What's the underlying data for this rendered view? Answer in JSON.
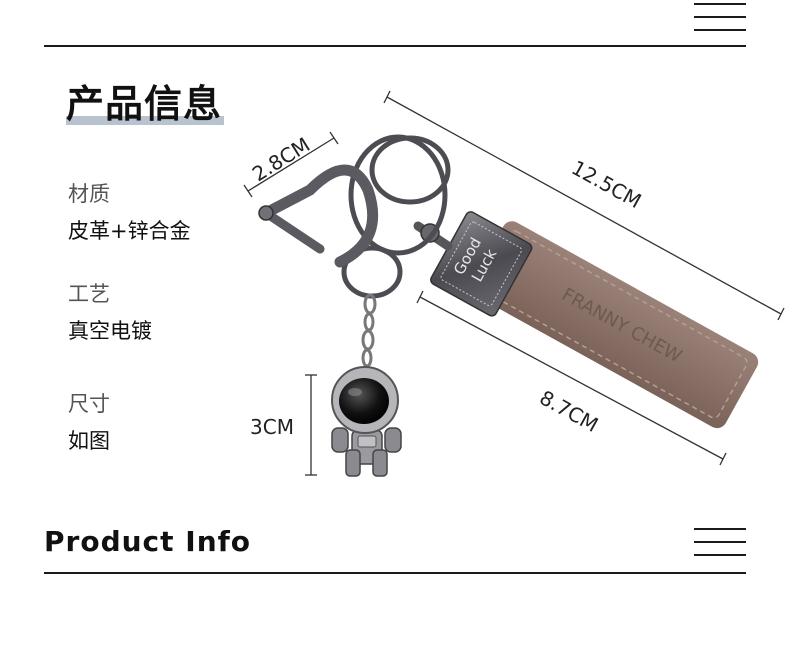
{
  "header": {
    "menu_icon": "hamburger-menu-icon"
  },
  "section": {
    "title": "产品信息"
  },
  "specs": [
    {
      "label": "材质",
      "value": "皮革+锌合金"
    },
    {
      "label": "工艺",
      "value": "真空电镀"
    },
    {
      "label": "尺寸",
      "value": "如图"
    }
  ],
  "product": {
    "plate_text_line1": "Good",
    "plate_text_line2": "Luck",
    "strap_text": "FRANNY CHEW",
    "dimensions": {
      "hook": "2.8CM",
      "total_length": "12.5CM",
      "strap_length": "8.7CM",
      "pendant": "3CM"
    }
  },
  "footer": {
    "title": "Product Info",
    "menu_icon": "hamburger-menu-icon"
  },
  "colors": {
    "accent_bar": "#b9c2cf",
    "strap": "#8a7268",
    "metal": "#5d5d62",
    "line": "#1a1a1a"
  }
}
